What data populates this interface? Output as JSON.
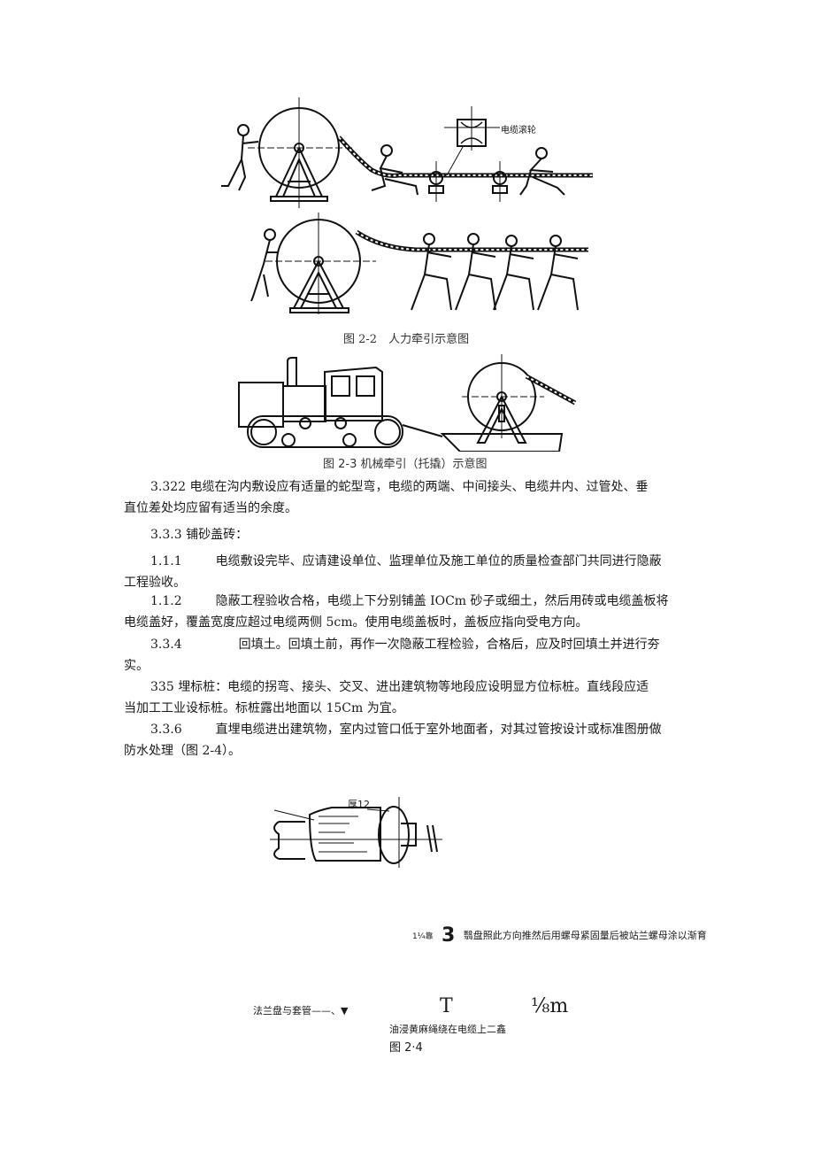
{
  "figures": {
    "fig_2_2": {
      "roller_label": "电缆滚轮",
      "caption": "图 2-2　人力牵引示意图"
    },
    "fig_2_3": {
      "caption": "图 2-3 机械牵引（托撬）示意图"
    },
    "fig_2_4": {
      "thickness_label": "厚12",
      "note_prefix": "1¼靠",
      "note_big_num": "3",
      "note_text": "翳盘照此方向推然后用螺母紧固量后被站兰螺母涂以渐育",
      "flange_label": "法兰盘与套管——、▼",
      "t_label": "T",
      "m_label": "⅛m",
      "rope_label": "油浸黄麻绳绕在电缆上二鑫",
      "caption": "图 2·4"
    }
  },
  "paragraphs": [
    {
      "id": "p-3322",
      "num": "3.322",
      "text_line1": "电缆在沟内敷设应有适量的蛇型弯，电缆的两端、中间接头、电缆井内、过管处、垂",
      "text_line2": "直位差处均应留有适当的余度。"
    },
    {
      "id": "p-333",
      "num": "3.3.3",
      "text_line1": "铺砂盖砖："
    },
    {
      "id": "p-111",
      "num": "1.1.1",
      "text_line1": "电缆敷设完毕、应请建设单位、监理单位及施工单位的质量检查部门共同进行隐蔽",
      "text_line2": "工程验收。"
    },
    {
      "id": "p-112",
      "num": "1.1.2",
      "text_line1": "隐蔽工程验收合格，电缆上下分别铺盖 IOCm 砂子或细土，然后用砖或电缆盖板将",
      "text_line2": "电缆盖好，覆盖宽度应超过电缆两侧 5cm。使用电缆盖板时，盖板应指向受电方向。"
    },
    {
      "id": "p-334",
      "num": "3.3.4",
      "text_line1": "回填土。回填土前，再作一次隐蔽工程检验，合格后，应及时回填土并进行夯",
      "text_line2": "实。"
    },
    {
      "id": "p-335",
      "num": "335",
      "text_line1": "埋标桩：电缆的拐弯、接头、交叉、进出建筑物等地段应设明显方位标桩。直线段应适",
      "text_line2": "当加工工业设标桩。标桩露出地面以 15Cm 为宜。"
    },
    {
      "id": "p-336",
      "num": "3.3.6",
      "text_line1": "直埋电缆进出建筑物，室内过管口低于室外地面者，对其过管按设计或标准图册做",
      "text_line2": "防水处理（图 2-4）。"
    }
  ]
}
